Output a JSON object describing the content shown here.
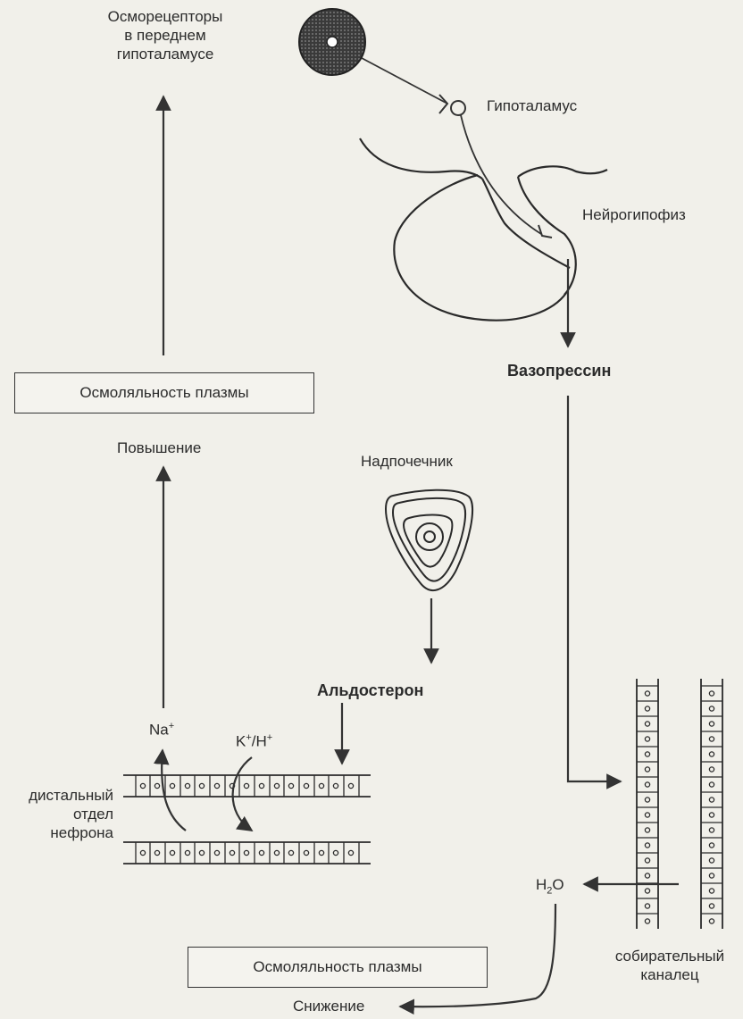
{
  "labels": {
    "osmoreceptors": "Осморецепторы\nв переднем\nгипоталамусе",
    "hypothalamus": "Гипоталамус",
    "neurohypophysis": "Нейрогипофиз",
    "vasopressin": "Вазопрессин",
    "adrenal": "Надпочечник",
    "increase": "Повышение",
    "aldosterone": "Альдостерон",
    "na_base": "Na",
    "na_sup": "+",
    "k_base": "K",
    "k_sup": "+",
    "h_base": "/H",
    "h_sup": "+",
    "distal_nephron": "дистальный\nотдел\nнефрона",
    "water_h": "H",
    "water_sub": "2",
    "water_o": "O",
    "collecting_duct": "собирательный\nканалец",
    "decrease": "Снижение"
  },
  "boxes": {
    "plasma_osmolality_top": "Осмоляльность плазмы",
    "plasma_osmolality_bottom": "Осмоляльность плазмы"
  }
}
